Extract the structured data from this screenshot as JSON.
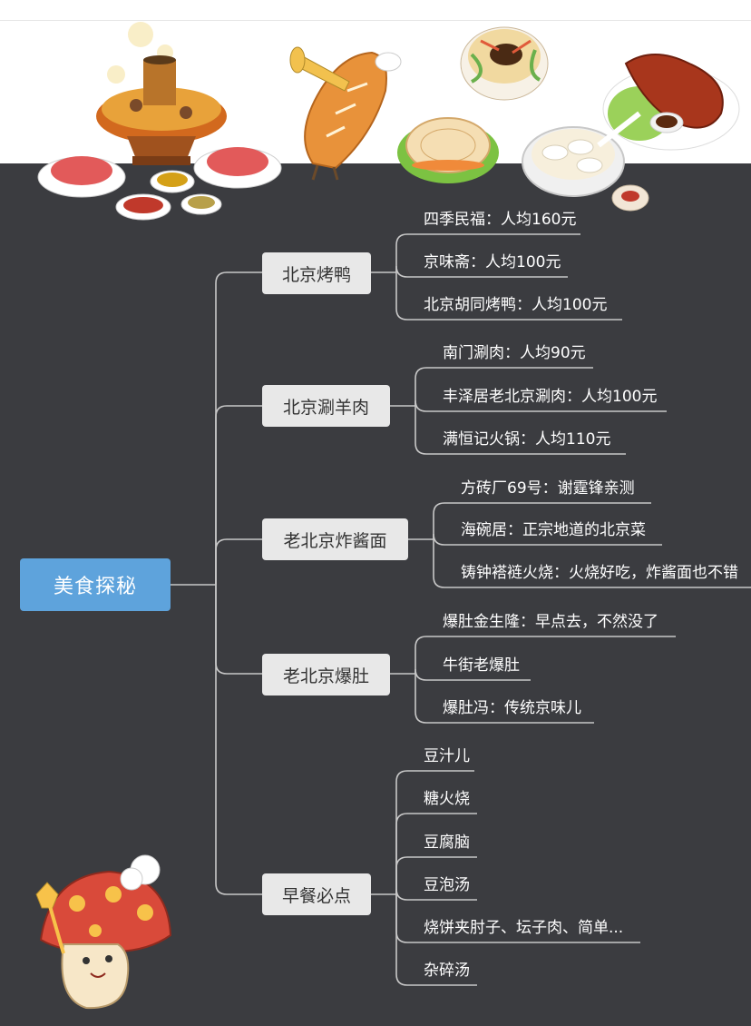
{
  "colors": {
    "background": "#3b3c40",
    "header": "#ffffff",
    "root": "#5ea3dc",
    "branch": "#e8e8e8",
    "line": "#c8c8c8",
    "text_light": "#ffffff",
    "text_dark": "#333333"
  },
  "mindmap": {
    "root": "美食探秘",
    "branches": [
      {
        "label": "北京烤鸭",
        "leaves": [
          "四季民福：人均160元",
          "京味斋：人均100元",
          "北京胡同烤鸭：人均100元"
        ]
      },
      {
        "label": "北京涮羊肉",
        "leaves": [
          "南门涮肉：人均90元",
          "丰泽居老北京涮肉：人均100元",
          "满恒记火锅：人均110元"
        ]
      },
      {
        "label": "老北京炸酱面",
        "leaves": [
          "方砖厂69号：谢霆锋亲测",
          "海碗居：正宗地道的北京菜",
          "铸钟褡裢火烧：火烧好吃，炸酱面也不错"
        ]
      },
      {
        "label": "老北京爆肚",
        "leaves": [
          "爆肚金生隆：早点去，不然没了",
          "牛街老爆肚",
          "爆肚冯：传统京味儿"
        ]
      },
      {
        "label": "早餐必点",
        "leaves": [
          "豆汁儿",
          "糖火烧",
          "豆腐脑",
          "豆泡汤",
          "烧饼夹肘子、坛子肉、简单...",
          "杂碎汤"
        ]
      }
    ]
  }
}
